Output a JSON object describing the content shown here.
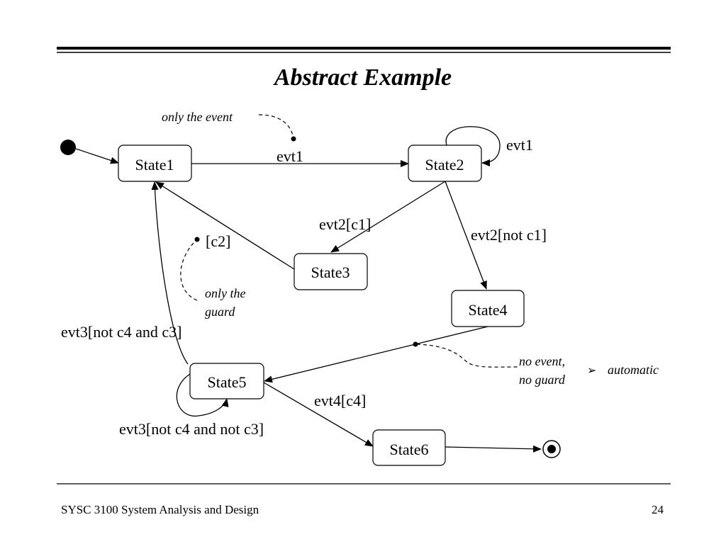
{
  "slide": {
    "title": "Abstract Example",
    "footer_left": "SYSC 3100 System Analysis and Design",
    "page_number": "24"
  },
  "states": {
    "state1": "State1",
    "state2": "State2",
    "state3": "State3",
    "state4": "State4",
    "state5": "State5",
    "state6": "State6"
  },
  "transitions": {
    "s1_s2": "evt1",
    "s2_self": "evt1",
    "s2_s3": "evt2[c1]",
    "s2_s4": "evt2[not c1]",
    "s3_s1": "[c2]",
    "s5_s1": "evt3[not c4 and c3]",
    "s5_self": "evt3[not c4 and not c3]",
    "s5_s6": "evt4[c4]"
  },
  "notes": {
    "only_event": "only the event",
    "only_guard_line1": "only the",
    "only_guard_line2": "guard",
    "no_event_line1": "no event,",
    "no_event_line2": "no guard",
    "bullet": "➢",
    "automatic": "automatic"
  }
}
